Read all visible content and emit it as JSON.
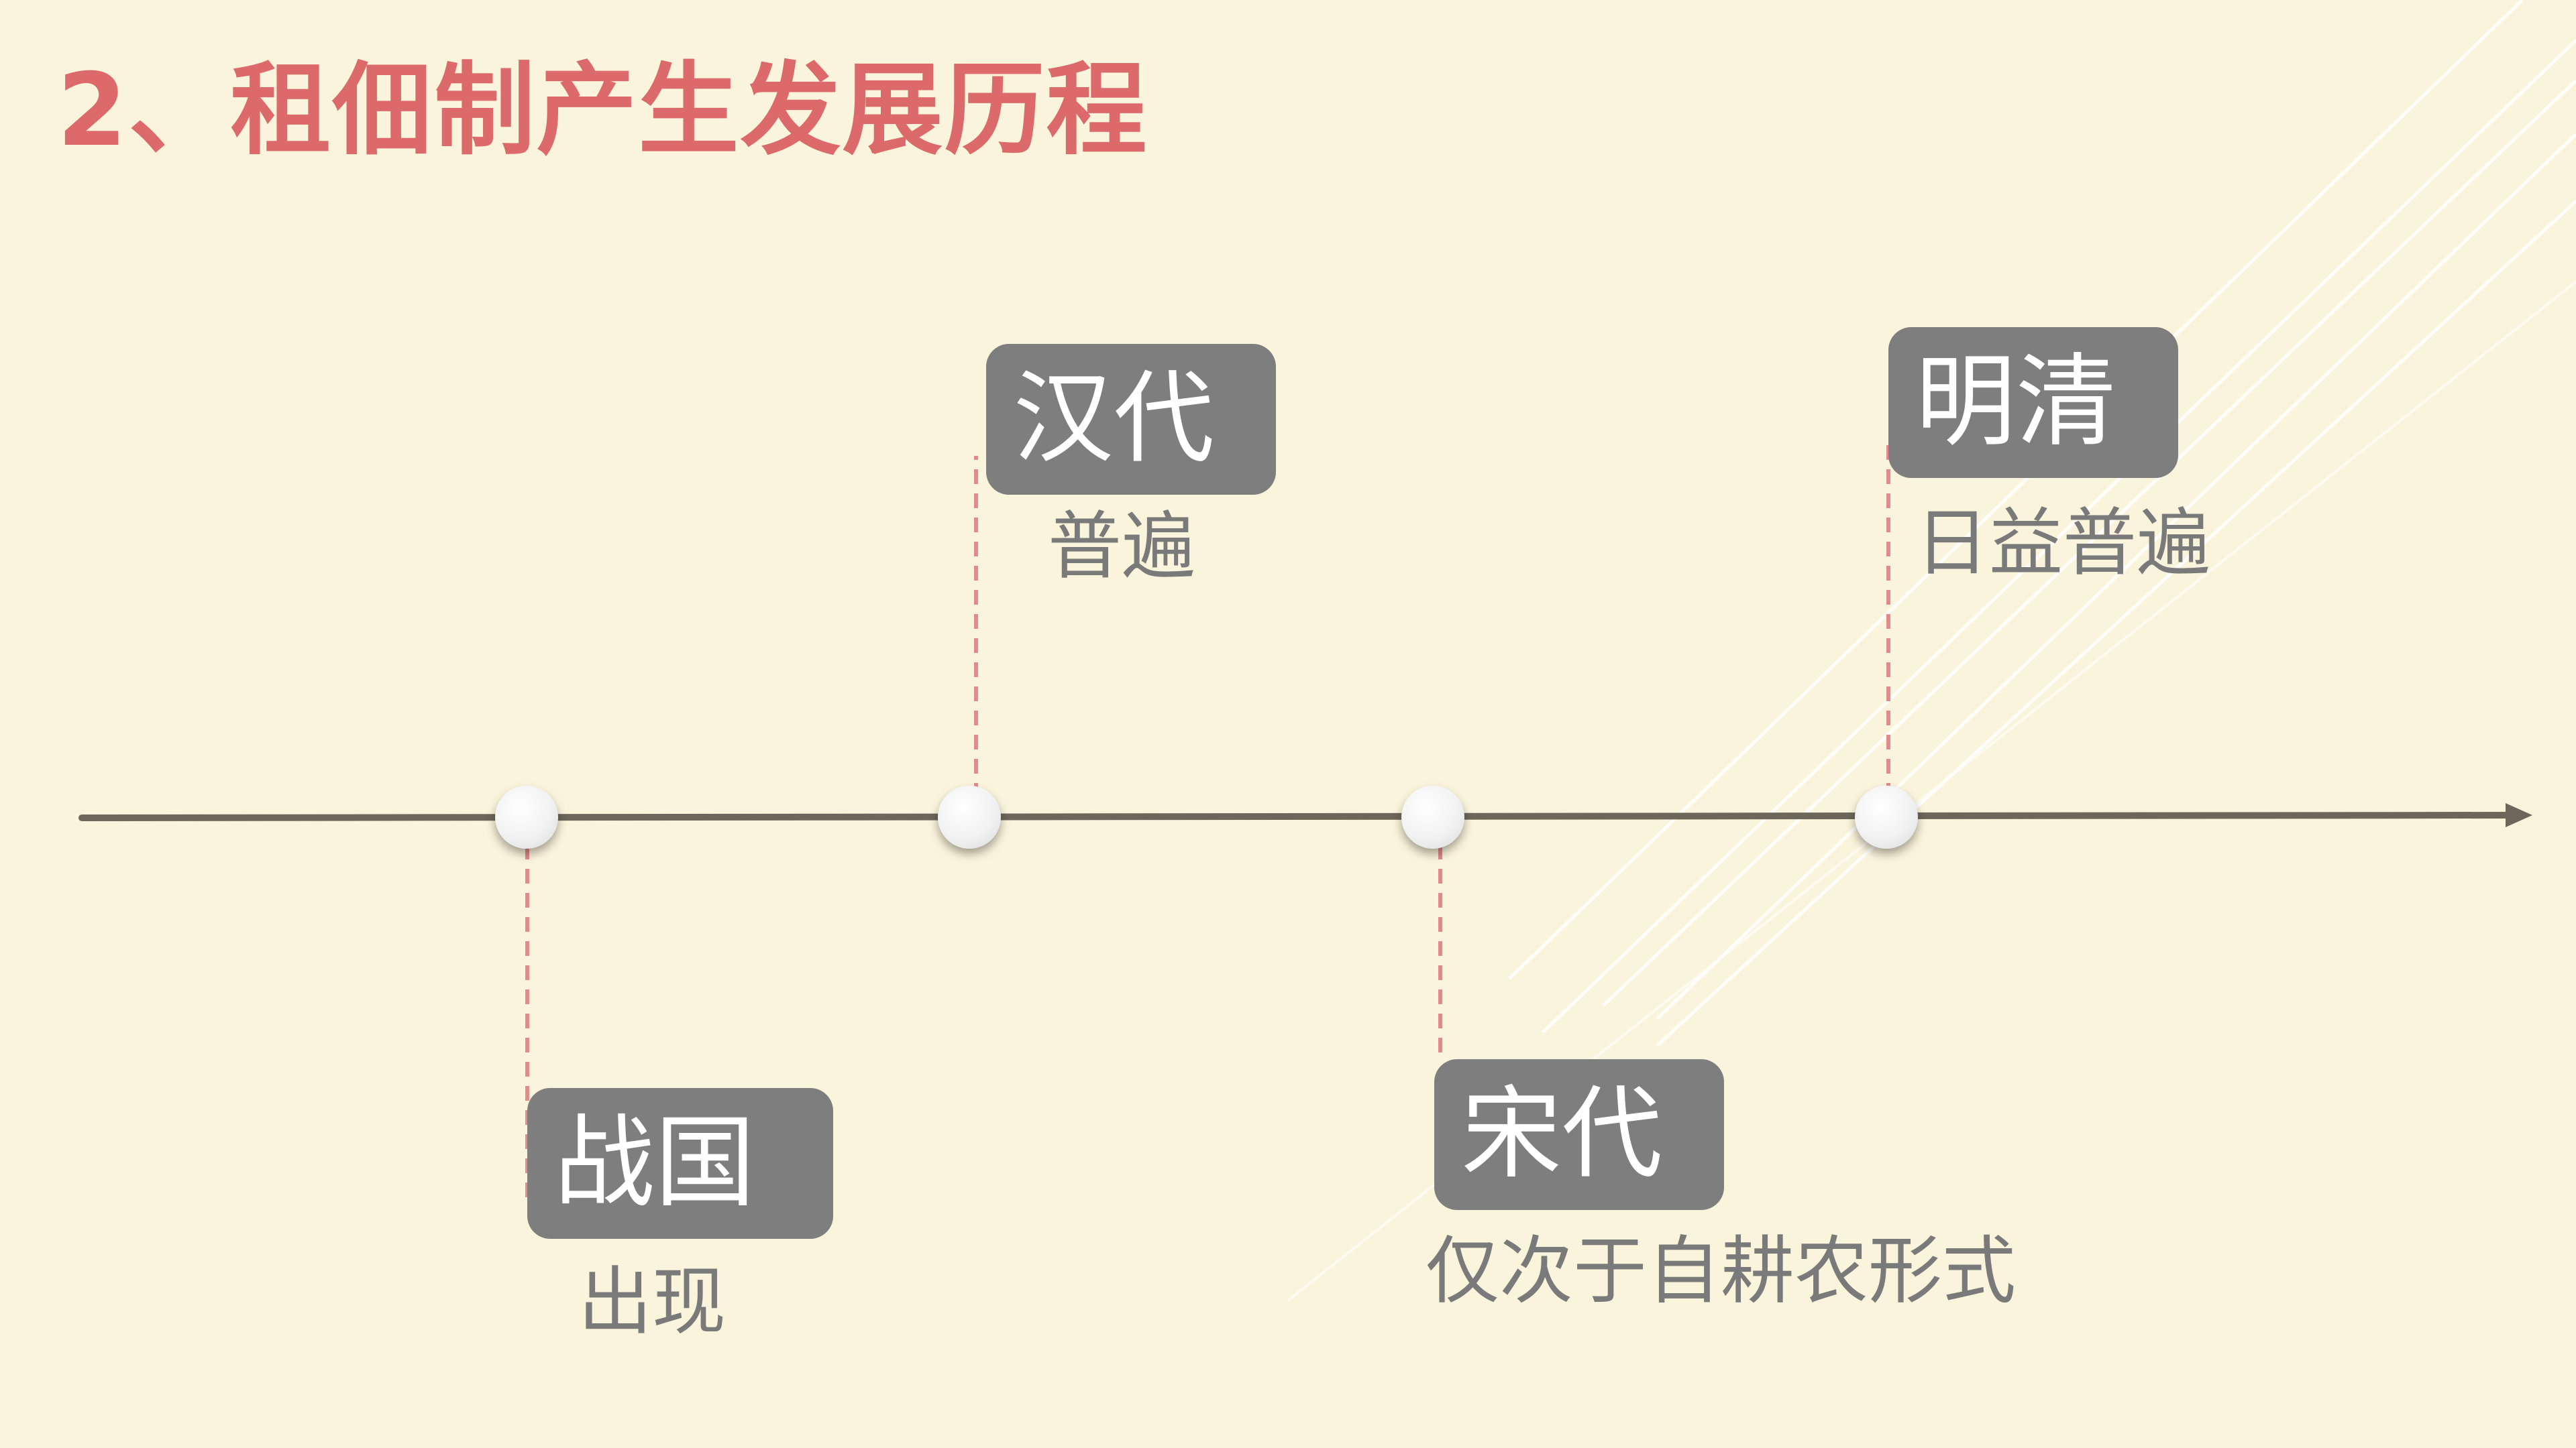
{
  "title": "2、租佃制产生发展历程",
  "colors": {
    "background": "#FBF4DC",
    "title": "#DC6A6B",
    "axis": "#6C675A",
    "connector": "#E58A8A",
    "label_box": "#7E7E7E",
    "description": "#7A7A7A"
  },
  "timeline": {
    "events": [
      {
        "period": "战国",
        "description": "出现",
        "position": "below"
      },
      {
        "period": "汉代",
        "description": "普遍",
        "position": "above"
      },
      {
        "period": "宋代",
        "description": "仅次于自耕农形式",
        "position": "below"
      },
      {
        "period": "明清",
        "description": "日益普遍",
        "position": "above"
      }
    ]
  }
}
